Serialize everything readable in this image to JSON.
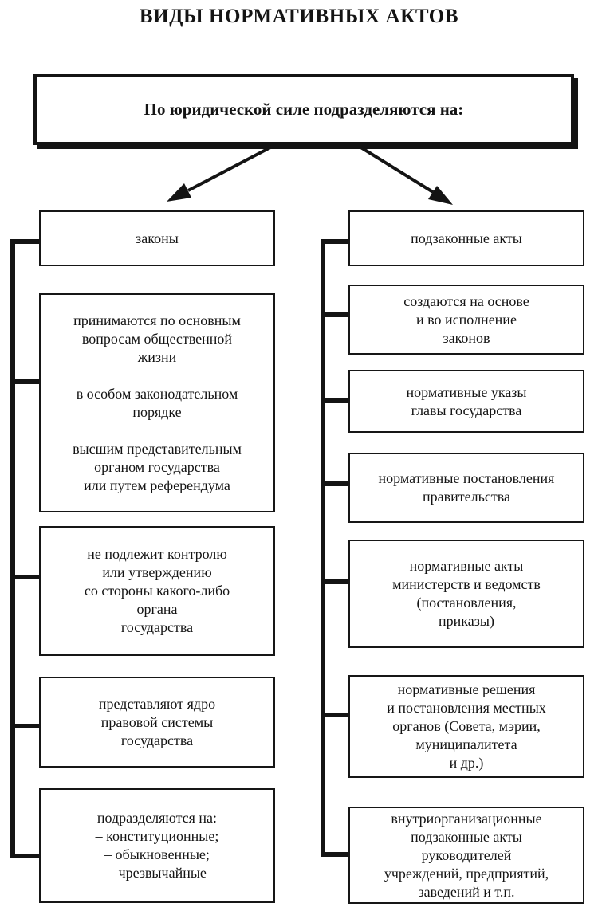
{
  "title": "ВИДЫ НОРМАТИВНЫХ АКТОВ",
  "root_box": {
    "label": "По юридической силе подразделяются на:"
  },
  "left_branch": {
    "header": "законы",
    "boxes": [
      {
        "text": "принимаются по основным\nвопросам общественной\nжизни\n\nв особом законодательном\nпорядке\n\nвысшим представительным\nорганом государства\nили путем референдума"
      },
      {
        "text": "не подлежит контролю\nили утверждению\nсо стороны какого-либо\nоргана\nгосударства"
      },
      {
        "text": "представляют ядро\nправовой системы\nгосударства"
      },
      {
        "text": "подразделяются на:\n–  конституционные;\n–  обыкновенные;\n–  чрезвычайные"
      }
    ]
  },
  "right_branch": {
    "header": "подзаконные акты",
    "boxes": [
      {
        "text": "создаются на основе\nи во исполнение\nзаконов"
      },
      {
        "text": "нормативные указы\nглавы государства"
      },
      {
        "text": "нормативные постановления\nправительства"
      },
      {
        "text": "нормативные акты\nминистерств и ведомств\n(постановления,\nприказы)"
      },
      {
        "text": "нормативные решения\nи постановления местных\nорганов (Совета, мэрии,\nмуниципалитета\nи др.)"
      },
      {
        "text": "внутриорганизационные\nподзаконные акты\nруководителей\nучреждений, предприятий,\nзаведений и т.п."
      }
    ]
  },
  "colors": {
    "ink": "#141414",
    "paper": "#ffffff"
  }
}
